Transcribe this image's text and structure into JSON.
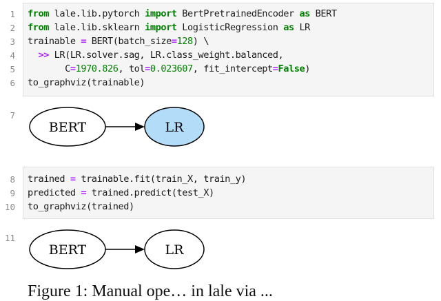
{
  "cells": [
    {
      "kind": "code",
      "lines": [
        {
          "no": "1",
          "tokens": [
            {
              "t": "from",
              "c": "kw"
            },
            {
              "t": " lale.lib.pytorch "
            },
            {
              "t": "import",
              "c": "kw"
            },
            {
              "t": " BertPretrainedEncoder "
            },
            {
              "t": "as",
              "c": "kw"
            },
            {
              "t": " BERT"
            }
          ]
        },
        {
          "no": "2",
          "tokens": [
            {
              "t": "from",
              "c": "kw"
            },
            {
              "t": " lale.lib.sklearn "
            },
            {
              "t": "import",
              "c": "kw"
            },
            {
              "t": " LogisticRegression "
            },
            {
              "t": "as",
              "c": "kw"
            },
            {
              "t": " LR"
            }
          ]
        },
        {
          "no": "3",
          "tokens": [
            {
              "t": "trainable "
            },
            {
              "t": "=",
              "c": "op"
            },
            {
              "t": " BERT(batch_size"
            },
            {
              "t": "=",
              "c": "op"
            },
            {
              "t": "128",
              "c": "num"
            },
            {
              "t": ") \\"
            }
          ]
        },
        {
          "no": "4",
          "tokens": [
            {
              "t": "  "
            },
            {
              "t": ">>",
              "c": "op"
            },
            {
              "t": " LR(LR.solver.sag, LR.class_weight.balanced,"
            }
          ]
        },
        {
          "no": "5",
          "tokens": [
            {
              "t": "       C"
            },
            {
              "t": "=",
              "c": "op"
            },
            {
              "t": "1970.826",
              "c": "num"
            },
            {
              "t": ", tol"
            },
            {
              "t": "=",
              "c": "op"
            },
            {
              "t": "0.023607",
              "c": "num"
            },
            {
              "t": ", fit_intercept"
            },
            {
              "t": "=",
              "c": "op"
            },
            {
              "t": "False",
              "c": "kw"
            },
            {
              "t": ")"
            }
          ]
        },
        {
          "no": "6",
          "tokens": [
            {
              "t": "to_graphviz(trainable)"
            }
          ]
        }
      ]
    },
    {
      "kind": "output",
      "no": "7",
      "graph": {
        "nodes": [
          {
            "label": "BERT",
            "fill": "#ffffff"
          },
          {
            "label": "LR",
            "fill": "#b3dcf8"
          }
        ]
      }
    },
    {
      "kind": "code",
      "lines": [
        {
          "no": "8",
          "tokens": [
            {
              "t": "trained "
            },
            {
              "t": "=",
              "c": "op"
            },
            {
              "t": " trainable.fit(train_X, train_y)"
            }
          ]
        },
        {
          "no": "9",
          "tokens": [
            {
              "t": "predicted "
            },
            {
              "t": "=",
              "c": "op"
            },
            {
              "t": " trained.predict(test_X)"
            }
          ]
        },
        {
          "no": "10",
          "tokens": [
            {
              "t": "to_graphviz(trained)"
            }
          ]
        }
      ]
    },
    {
      "kind": "output",
      "no": "11",
      "graph": {
        "nodes": [
          {
            "label": "BERT",
            "fill": "#ffffff"
          },
          {
            "label": "LR",
            "fill": "#ffffff"
          }
        ]
      }
    }
  ],
  "caption": "Figure 1: Manual ope… in lale via ...",
  "colors": {
    "cell_bg": "#f5f5f5",
    "keyword": "#008000",
    "operator": "#aa22ff",
    "number": "#008000",
    "trainable_node": "#b3dcf8"
  }
}
